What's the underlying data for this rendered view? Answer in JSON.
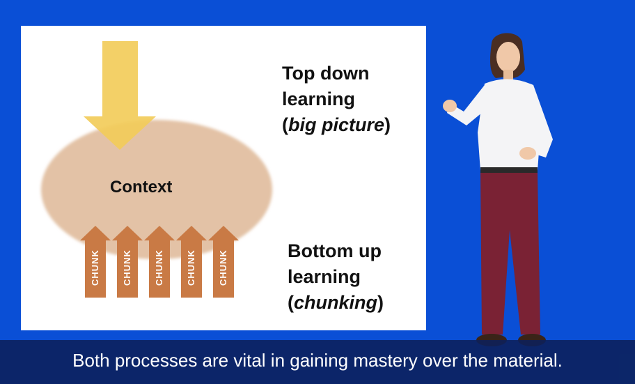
{
  "slide": {
    "top_down": {
      "line1": "Top down",
      "line2": "learning",
      "paren_open": "(",
      "emph": "big picture",
      "paren_close": ")"
    },
    "bottom_up": {
      "line1": "Bottom up",
      "line2": "learning",
      "paren_open": "(",
      "emph": "chunking",
      "paren_close": ")"
    },
    "context_label": "Context",
    "chunks": [
      "CHUNK",
      "CHUNK",
      "CHUNK",
      "CHUNK",
      "CHUNK"
    ]
  },
  "caption": {
    "text": "Both processes are vital in gaining mastery over the material."
  },
  "colors": {
    "background": "#0a4fd6",
    "top_arrow": "#f2cc5a",
    "context_ellipse": "#e3c2a6",
    "chunk_arrow": "#c97a45",
    "caption_bar": "#0c205a"
  }
}
